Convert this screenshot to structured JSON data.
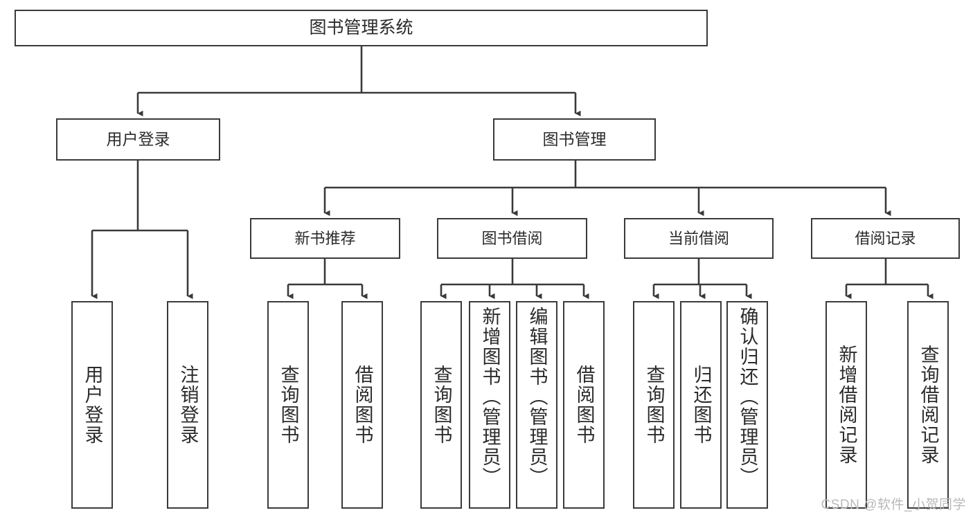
{
  "diagram": {
    "title": "图书管理系统",
    "type": "tree",
    "watermark": "CSDN @软件_小贺同学",
    "colors": {
      "box_border": "#3a3a3a",
      "box_fill": "#ffffff",
      "connector": "#3a3a3a",
      "text": "#2b2b2b",
      "watermark": "#b9b9b9"
    },
    "root": {
      "label": "图书管理系统"
    },
    "level2": [
      {
        "label": "用户登录"
      },
      {
        "label": "图书管理"
      }
    ],
    "level3": [
      {
        "label": "新书推荐"
      },
      {
        "label": "图书借阅"
      },
      {
        "label": "当前借阅"
      },
      {
        "label": "借阅记录"
      }
    ],
    "leaves": {
      "user_login": [
        {
          "label": "用户登录"
        },
        {
          "label": "注销登录"
        }
      ],
      "new_book": [
        {
          "label": "查询图书"
        },
        {
          "label": "借阅图书"
        }
      ],
      "borrow_book": [
        {
          "label": "查询图书"
        },
        {
          "label": "新增图书（管理员）"
        },
        {
          "label": "编辑图书（管理员）"
        },
        {
          "label": "借阅图书"
        }
      ],
      "current_borrow": [
        {
          "label": "查询图书"
        },
        {
          "label": "归还图书"
        },
        {
          "label": "确认归还（管理员）"
        }
      ],
      "borrow_record": [
        {
          "label": "新增借阅记录"
        },
        {
          "label": "查询借阅记录"
        }
      ]
    }
  }
}
